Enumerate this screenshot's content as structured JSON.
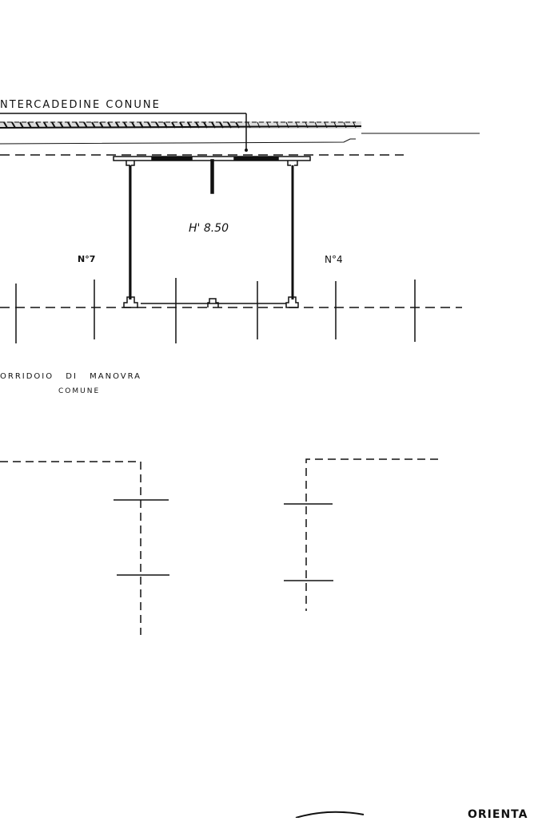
{
  "drawing": {
    "top_label": "NTERCADEDINE CONUNE",
    "height_label": "H' 8.50",
    "unit_left": "N°7",
    "unit_right": "N°4",
    "corridor_label": "ORRIDOIO DI MANOVRA",
    "corridor_sub": "COMUNE",
    "orientation_label": "ORIENTA"
  },
  "colors": {
    "ink": "#111111",
    "paper": "#ffffff"
  }
}
